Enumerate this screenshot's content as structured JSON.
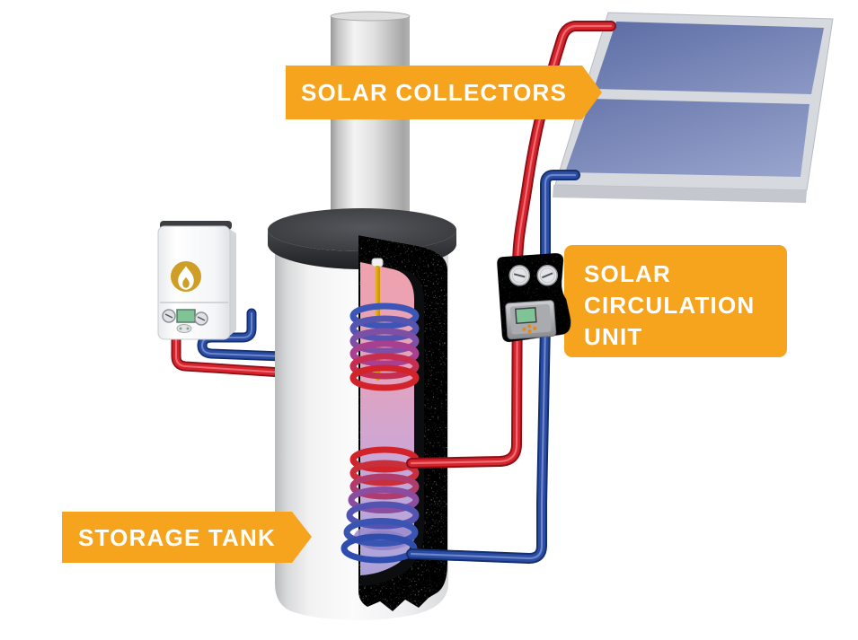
{
  "labels": {
    "solar_collectors": "SOLAR COLLECTORS",
    "solar_circulation_unit": {
      "lines": [
        "SOLAR",
        "CIRCULATION",
        "UNIT"
      ]
    },
    "storage_tank": "STORAGE TANK"
  },
  "colors": {
    "accent_orange": "#F6A41E",
    "pipe_hot_red": "#D7242C",
    "pipe_cold_blue": "#2B4CA4",
    "collector_panel_blue": "#6F7FB4",
    "unit_body_gray": "#46474B",
    "insulation_gray": "#8E948E",
    "tank_interior_pink": "#F0A2AD",
    "tank_interior_lavender": "#ABA0D6",
    "flame_badge_gold": "#CF9E26",
    "lcd_green": "#7FC396"
  }
}
